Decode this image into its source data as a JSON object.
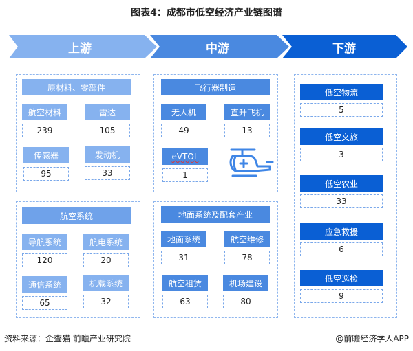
{
  "title": "图表4：成都市低空经济产业链图谱",
  "colors": {
    "upstream": "#86b2ef",
    "upstream_sub": "#6fa2ea",
    "midstream": "#4a89e0",
    "downstream": "#0a5fd4",
    "border": "#8fb6ee"
  },
  "stages": [
    "上游",
    "中游",
    "下游"
  ],
  "upstream": {
    "raw_materials": {
      "title": "原材料、零部件",
      "items": [
        {
          "label": "航空材料",
          "value": "239"
        },
        {
          "label": "雷达",
          "value": "105"
        },
        {
          "label": "传感器",
          "value": "95"
        },
        {
          "label": "发动机",
          "value": "33"
        }
      ]
    },
    "aviation_systems": {
      "title": "航空系统",
      "items": [
        {
          "label": "导航系统",
          "value": "120"
        },
        {
          "label": "航电系统",
          "value": "20"
        },
        {
          "label": "通信系统",
          "value": "65"
        },
        {
          "label": "机载系统",
          "value": "32"
        }
      ]
    }
  },
  "midstream": {
    "aircraft_manufacturing": {
      "title": "飞行器制造",
      "items": [
        {
          "label": "无人机",
          "value": "49"
        },
        {
          "label": "直升飞机",
          "value": "13"
        },
        {
          "label": "eVTOL",
          "value": "1"
        }
      ],
      "icon": "helicopter-icon"
    },
    "ground_systems": {
      "title": "地面系统及配套产业",
      "items": [
        {
          "label": "地面系统",
          "value": "31"
        },
        {
          "label": "航空维修",
          "value": "78"
        },
        {
          "label": "航空租赁",
          "value": "63"
        },
        {
          "label": "机场建设",
          "value": "80"
        }
      ]
    }
  },
  "downstream": {
    "items": [
      {
        "label": "低空物流",
        "value": "5"
      },
      {
        "label": "低空文旅",
        "value": "3"
      },
      {
        "label": "低空农业",
        "value": "33"
      },
      {
        "label": "应急救援",
        "value": "6"
      },
      {
        "label": "低空巡检",
        "value": "9"
      }
    ]
  },
  "footer": {
    "source": "资料来源：企查猫 前瞻产业研究院",
    "brand": "@前瞻经济学人APP"
  }
}
